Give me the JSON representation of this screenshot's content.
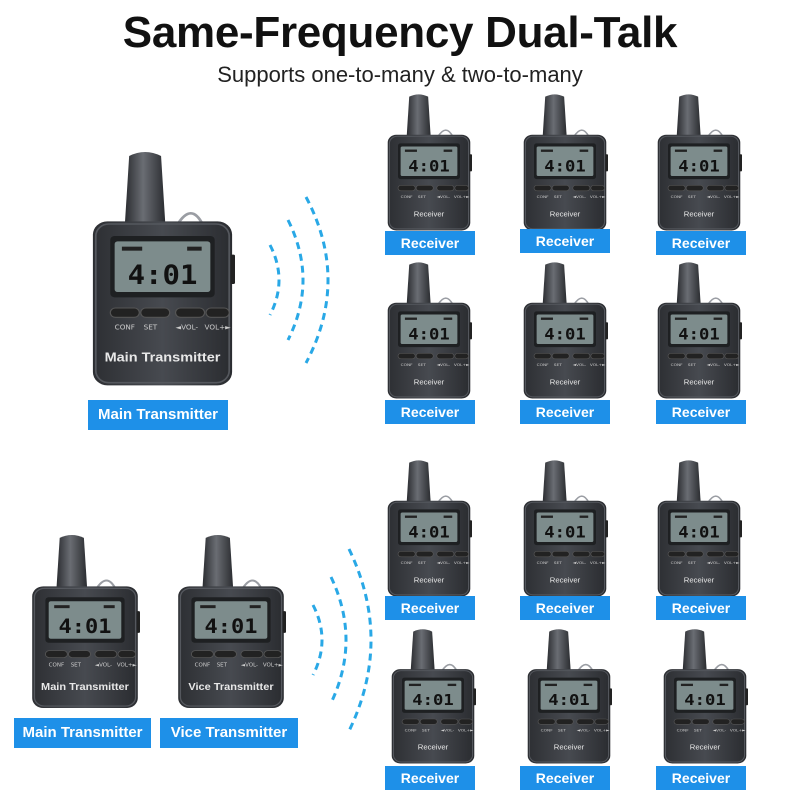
{
  "title": "Same-Frequency Dual-Talk",
  "subtitle": "Supports one-to-many & two-to-many",
  "display_text": "4:01",
  "colors": {
    "accent": "#1e90e8",
    "device_body": "#3b3d41",
    "screen": "#7d8c8c",
    "wave": "#29a8e6"
  },
  "top_section": {
    "transmitter": {
      "device_label": "Main Transmitter",
      "tag": "Main Transmitter",
      "buttons": [
        "CONF",
        "SET",
        "◄VOL-",
        "VOL+►"
      ]
    },
    "receivers": [
      {
        "device_label": "Receiver",
        "tag": "Receiver"
      },
      {
        "device_label": "Receiver",
        "tag": "Receiver"
      },
      {
        "device_label": "Receiver",
        "tag": "Receiver"
      },
      {
        "device_label": "Receiver",
        "tag": "Receiver"
      },
      {
        "device_label": "Receiver",
        "tag": "Receiver"
      },
      {
        "device_label": "Receiver",
        "tag": "Receiver"
      }
    ]
  },
  "bottom_section": {
    "transmitters": [
      {
        "device_label": "Main Transmitter",
        "tag": "Main Transmitter"
      },
      {
        "device_label": "Vice Transmitter",
        "tag": "Vice Transmitter"
      }
    ],
    "receivers": [
      {
        "device_label": "Receiver",
        "tag": "Receiver"
      },
      {
        "device_label": "Receiver",
        "tag": "Receiver"
      },
      {
        "device_label": "Receiver",
        "tag": "Receiver"
      },
      {
        "device_label": "Receiver",
        "tag": "Receiver"
      },
      {
        "device_label": "Receiver",
        "tag": "Receiver"
      },
      {
        "device_label": "Receiver",
        "tag": "Receiver"
      }
    ]
  }
}
